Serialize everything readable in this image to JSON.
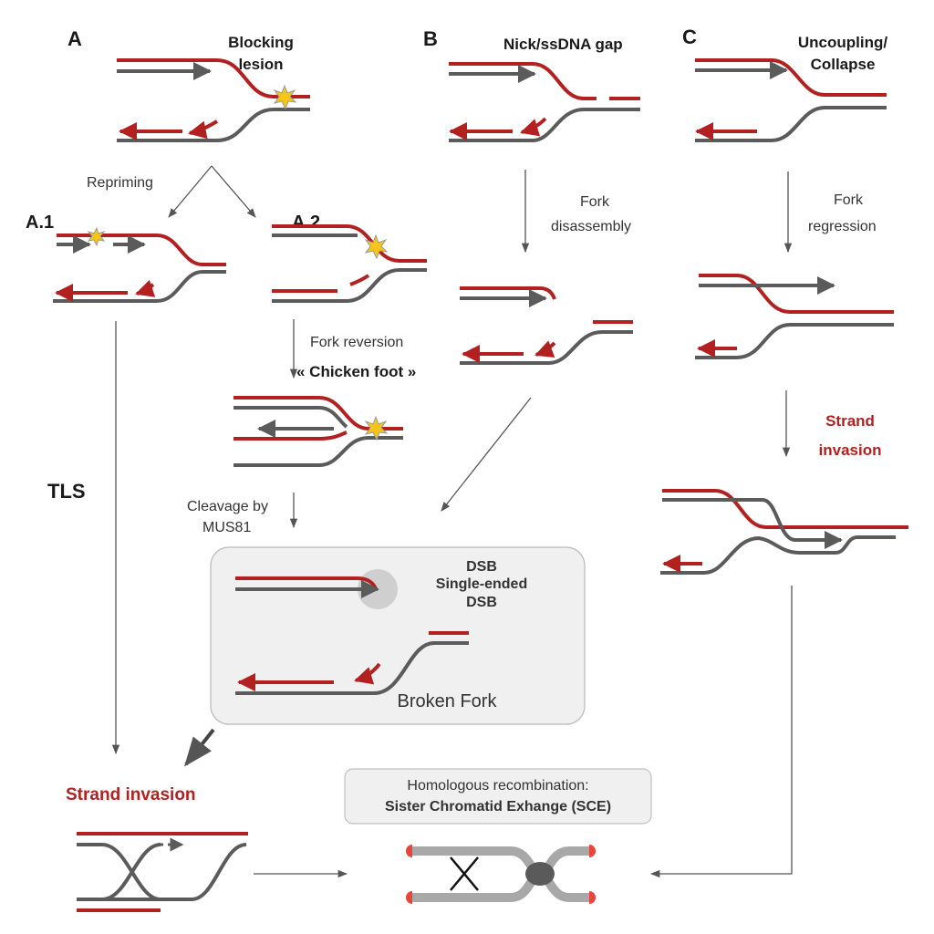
{
  "panels": {
    "a": {
      "letter": "A",
      "title_line1": "Blocking",
      "title_line2": "lesion"
    },
    "b": {
      "letter": "B",
      "title": "Nick/ssDNA gap"
    },
    "c": {
      "letter": "C",
      "title_line1": "Uncoupling/",
      "title_line2": "Collapse"
    },
    "a1": "A.1",
    "a2": "A.2"
  },
  "steps": {
    "repriming": "Repriming",
    "fork_disassembly_1": "Fork",
    "fork_disassembly_2": "disassembly",
    "fork_regression_1": "Fork",
    "fork_regression_2": "regression",
    "fork_reversion": "Fork reversion",
    "chicken_foot": "« Chicken foot »",
    "cleavage_1": "Cleavage by",
    "cleavage_2": "MUS81",
    "tls": "TLS",
    "strand_invasion_left": "Strand invasion",
    "strand_invasion_right_1": "Strand",
    "strand_invasion_right_2": "invasion"
  },
  "dsb_box": {
    "line1": "DSB",
    "line2": "Single-ended",
    "line3": "DSB",
    "broken_fork": "Broken Fork"
  },
  "hr_box": {
    "line1": "Homologous recombination:",
    "line2": "Sister Chromatid Exhange (SCE)"
  },
  "colors": {
    "strand_red": "#b22020",
    "strand_gray": "#5b5b5b",
    "lesion_star": "#f5c518",
    "chromatid_gray": "#a8a8a8",
    "telomere_red": "#e8463a",
    "box_fill": "#f0f0f0"
  },
  "icons": [
    "lesion-star-icon",
    "arrow-icon",
    "centromere-icon",
    "crossover-icon"
  ]
}
